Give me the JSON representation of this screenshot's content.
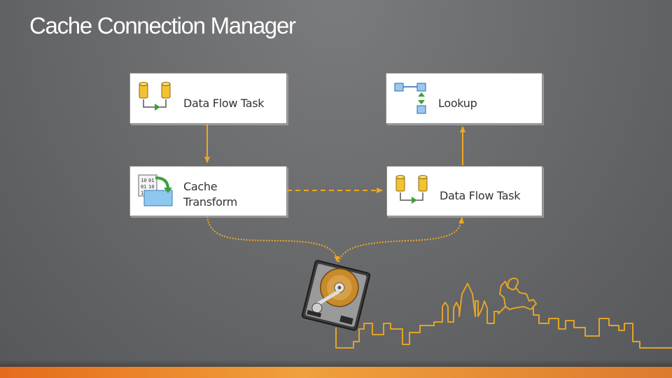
{
  "slide": {
    "title": "Cache Connection Manager"
  },
  "diagram": {
    "nodes": [
      {
        "id": "dft1",
        "label": "Data Flow Task",
        "icon": "data-flow-icon"
      },
      {
        "id": "cache",
        "label_line1": "Cache",
        "label_line2": "Transform",
        "icon": "cache-transform-icon"
      },
      {
        "id": "lookup",
        "label": "Lookup",
        "icon": "lookup-icon"
      },
      {
        "id": "dft2",
        "label": "Data Flow Task",
        "icon": "data-flow-icon"
      }
    ],
    "edges": [
      {
        "from": "dft1",
        "to": "cache",
        "style": "solid"
      },
      {
        "from": "cache",
        "to": "dft2",
        "style": "dashed"
      },
      {
        "from": "dft2",
        "to": "lookup",
        "style": "solid"
      },
      {
        "from": "cache",
        "to": "disk",
        "style": "dashed-curve"
      },
      {
        "from": "disk",
        "to": "dft2",
        "style": "dashed-curve"
      }
    ],
    "disk_icon": "hard-disk-icon",
    "decoration": "city-skyline-outline",
    "colors": {
      "arrow": "#f0a81e",
      "background": "#6b6c6e",
      "accent_bar": "#e8822a"
    }
  }
}
